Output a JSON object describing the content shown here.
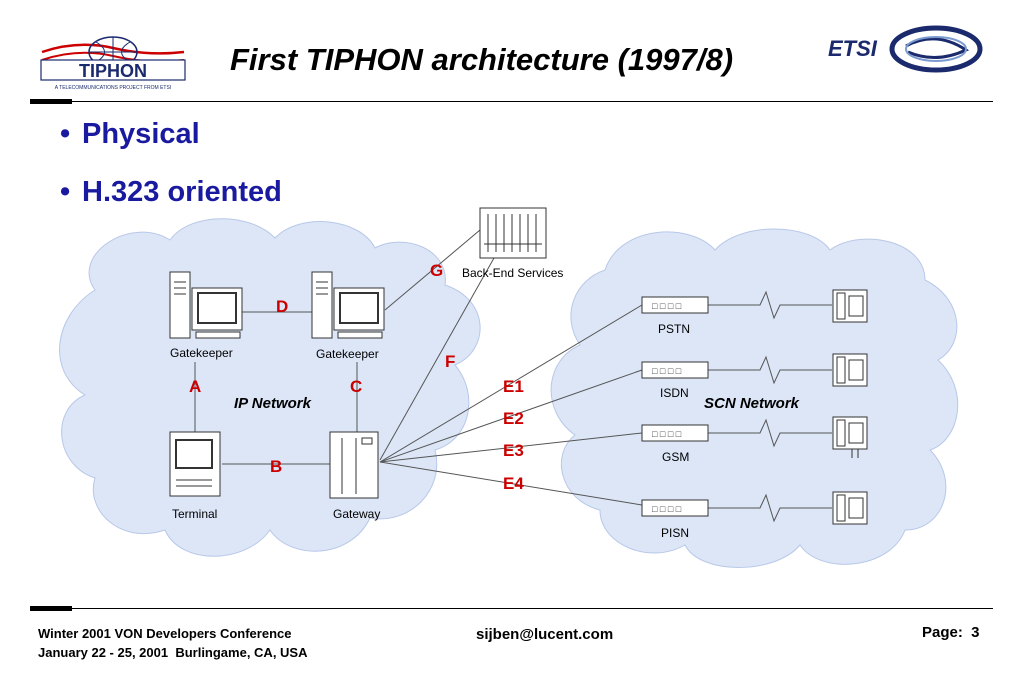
{
  "header": {
    "title": "First TIPHON architecture (1997/8)",
    "logo_left": {
      "name": "TIPHON",
      "tagline": "A TELECOMMUNICATIONS PROJECT FROM ETSI"
    },
    "logo_right": {
      "name": "ETSI"
    }
  },
  "bullets": [
    "Physical",
    "H.323 oriented"
  ],
  "diagram": {
    "ip_cloud_label": "IP Network",
    "scn_cloud_label": "SCN Network",
    "nodes": {
      "gatekeeper_1": "Gatekeeper",
      "gatekeeper_2": "Gatekeeper",
      "terminal": "Terminal",
      "gateway": "Gateway",
      "back_end": "Back-End Services",
      "pstn": "PSTN",
      "isdn": "ISDN",
      "gsm": "GSM",
      "pisn": "PISN"
    },
    "interfaces": {
      "A": "A",
      "B": "B",
      "C": "C",
      "D": "D",
      "E1": "E1",
      "E2": "E2",
      "E3": "E3",
      "E4": "E4",
      "F": "F",
      "G": "G"
    }
  },
  "footer": {
    "conference_line1": "Winter 2001 VON Developers Conference",
    "conference_line2": "January 22 - 25, 2001  Burlingame, CA, USA",
    "email": "sijben@lucent.com",
    "page_label": "Page:  3"
  },
  "colors": {
    "bullet_text": "#1a1aa0",
    "interface_label": "#cc0000",
    "cloud_fill": "#dce6f7",
    "logo_red": "#cc0000",
    "logo_navy": "#1a2a6c"
  }
}
